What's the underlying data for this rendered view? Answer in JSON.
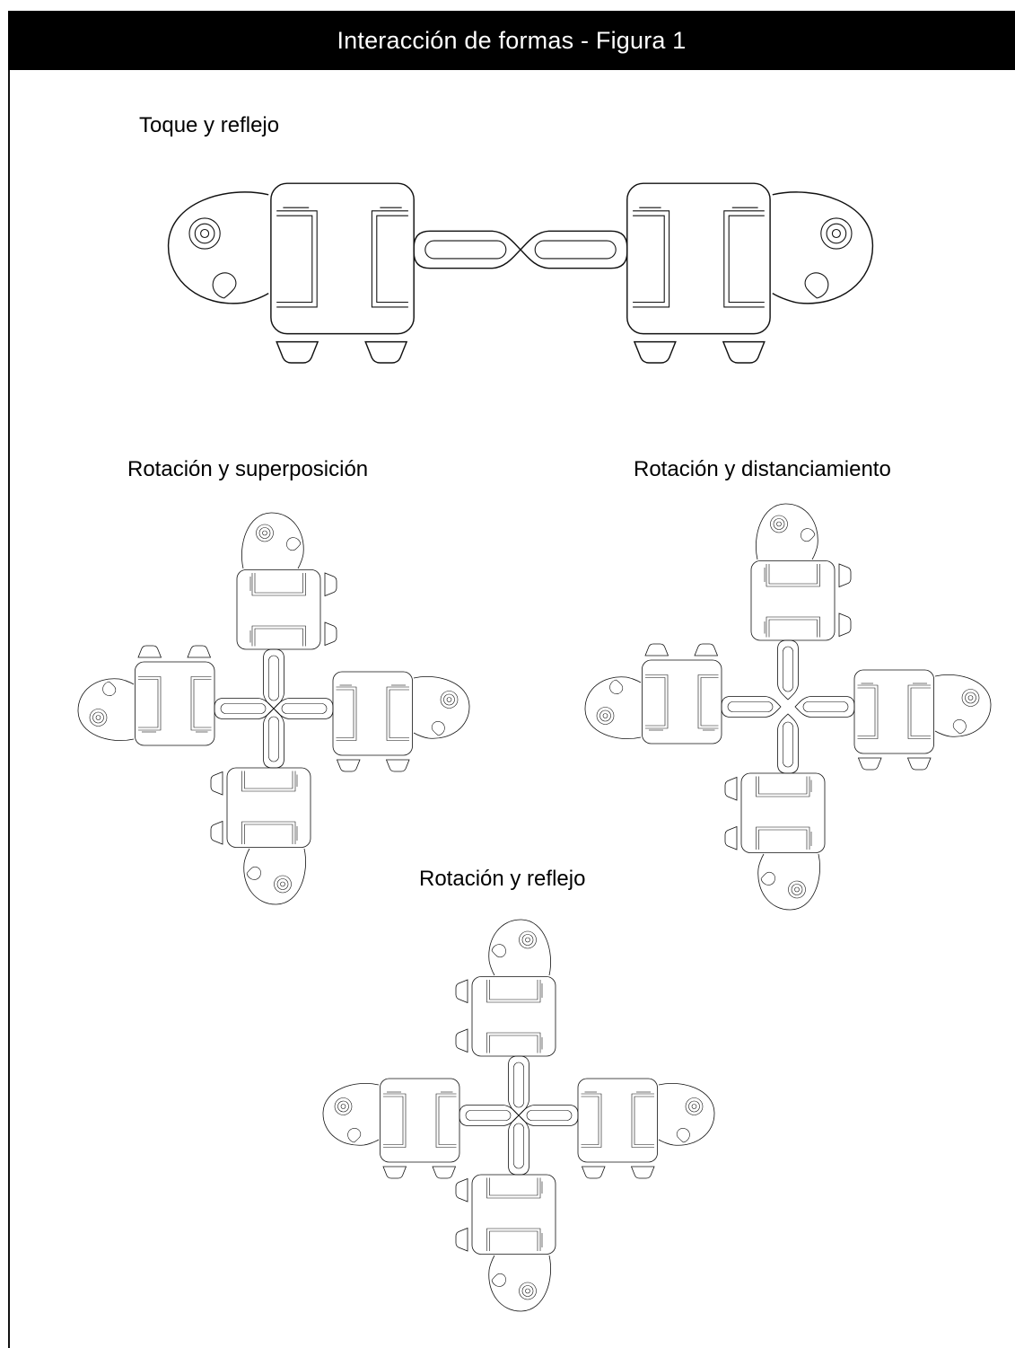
{
  "header": {
    "title": "Interacción de formas - Figura 1"
  },
  "sections": [
    {
      "title": "Toque y reflejo"
    },
    {
      "title": "Rotación y superposición"
    },
    {
      "title": "Rotación y distanciamiento"
    },
    {
      "title": "Rotación y reflejo"
    }
  ],
  "colors": {
    "title_bar": "#000000",
    "title_text": "#ffffff",
    "line": "#111111",
    "background": "#ffffff"
  }
}
